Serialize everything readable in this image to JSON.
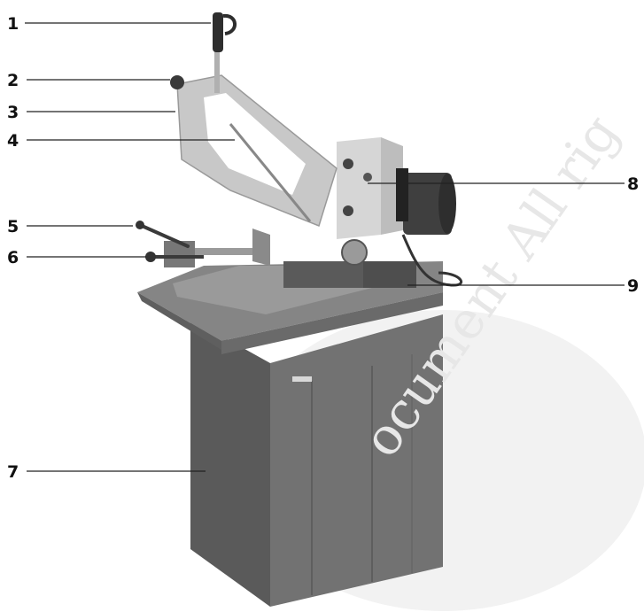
{
  "colors": {
    "body_grey": "#6f6f6f",
    "dark_grey": "#4a4a4a",
    "light_grey": "#bdbdbd",
    "blade_frame": "#c8c8c8",
    "leader_line": "#222222"
  },
  "callouts": [
    {
      "number": "1"
    },
    {
      "number": "2"
    },
    {
      "number": "3"
    },
    {
      "number": "4"
    },
    {
      "number": "5"
    },
    {
      "number": "6"
    },
    {
      "number": "7"
    },
    {
      "number": "8"
    },
    {
      "number": "9"
    }
  ]
}
